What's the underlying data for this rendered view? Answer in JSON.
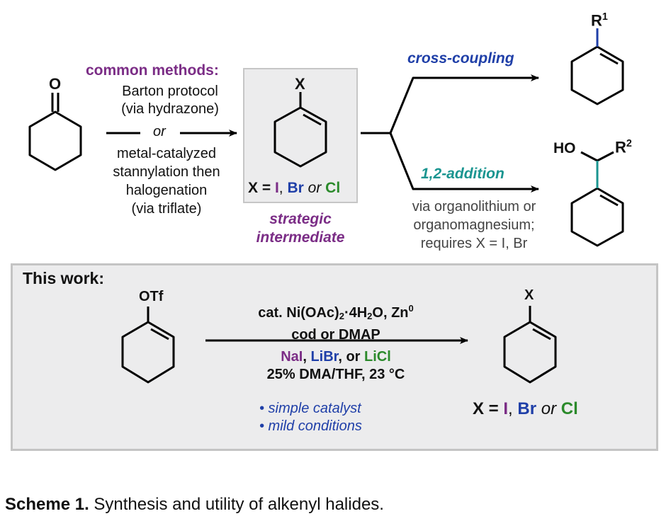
{
  "scheme": {
    "starting_material": {
      "label": "O"
    },
    "methods": {
      "heading": "common methods:",
      "line1": "Barton protocol",
      "line2": "(via hydrazone)",
      "separator": "or",
      "line3": "metal-catalyzed",
      "line4": "stannylation then",
      "line5": "halogenation",
      "line6": "(via triflate)"
    },
    "intermediate": {
      "substituent": "X",
      "x_prefix": "X = ",
      "halide_I": "I",
      "comma": ", ",
      "halide_Br": "Br",
      "or": " or ",
      "halide_Cl": "Cl",
      "caption_line1": "strategic",
      "caption_line2": "intermediate"
    },
    "branches": {
      "top": {
        "label": "cross-coupling",
        "product_substituent": "R",
        "product_superscript": "1"
      },
      "bottom": {
        "label": "1,2-addition",
        "note_line1": "via organolithium or",
        "note_line2": "organomagnesium;",
        "note_line3": "requires X = I, Br",
        "product_ho": "HO",
        "product_substituent": "R",
        "product_superscript": "2"
      }
    }
  },
  "this_work": {
    "heading": "This work:",
    "substrate_label": "OTf",
    "conditions": {
      "line1_a": "cat. Ni(OAc)",
      "line1_sub1": "2",
      "line1_b": "·4H",
      "line1_sub2": "2",
      "line1_c": "O, Zn",
      "line1_sup": "0",
      "line2": "cod or DMAP",
      "reagent_NaI": "NaI",
      "sep1": ", ",
      "reagent_LiBr": "LiBr",
      "sep2": ", or ",
      "reagent_LiCl": "LiCl",
      "line4": "25% DMA/THF, 23 °C"
    },
    "bullets": [
      "• simple catalyst",
      "• mild conditions"
    ],
    "product": {
      "substituent": "X",
      "x_prefix": "X = ",
      "halide_I": "I",
      "comma": ", ",
      "halide_Br": "Br",
      "or": " or ",
      "halide_Cl": "Cl"
    }
  },
  "caption": {
    "label": "Scheme 1.",
    "text": " Synthesis and utility of alkenyl halides."
  },
  "colors": {
    "purple": "#7b2d86",
    "blue": "#1f3fa8",
    "teal": "#1a9590",
    "green": "#2b8a2b",
    "box_fill": "#ececed",
    "box_border": "#c6c6c6"
  }
}
